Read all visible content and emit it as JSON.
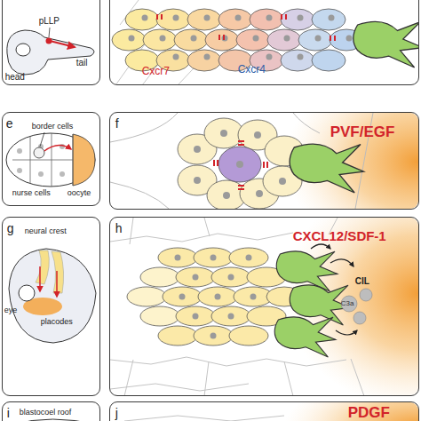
{
  "diagram": {
    "nodes": [
      {
        "text": [
          "pLLP",
          "head",
          "tail"
        ]
      },
      {
        "text": [
          "Cxcr7",
          "Cxcr4"
        ]
      },
      {
        "text": [
          "e",
          "border cells",
          "nurse cells",
          "oocyte"
        ]
      },
      {
        "text": [
          "f",
          "PVF/EGF"
        ]
      },
      {
        "text": [
          "g",
          "neural crest",
          "eye",
          "placodes"
        ]
      },
      {
        "text": [
          "h",
          "CXCL12/SDF-1",
          "CIL",
          "C3a"
        ]
      },
      {
        "text": [
          "i",
          "blastocoel roof"
        ]
      },
      {
        "text": [
          "j",
          "PDGF"
        ]
      }
    ]
  }
}
